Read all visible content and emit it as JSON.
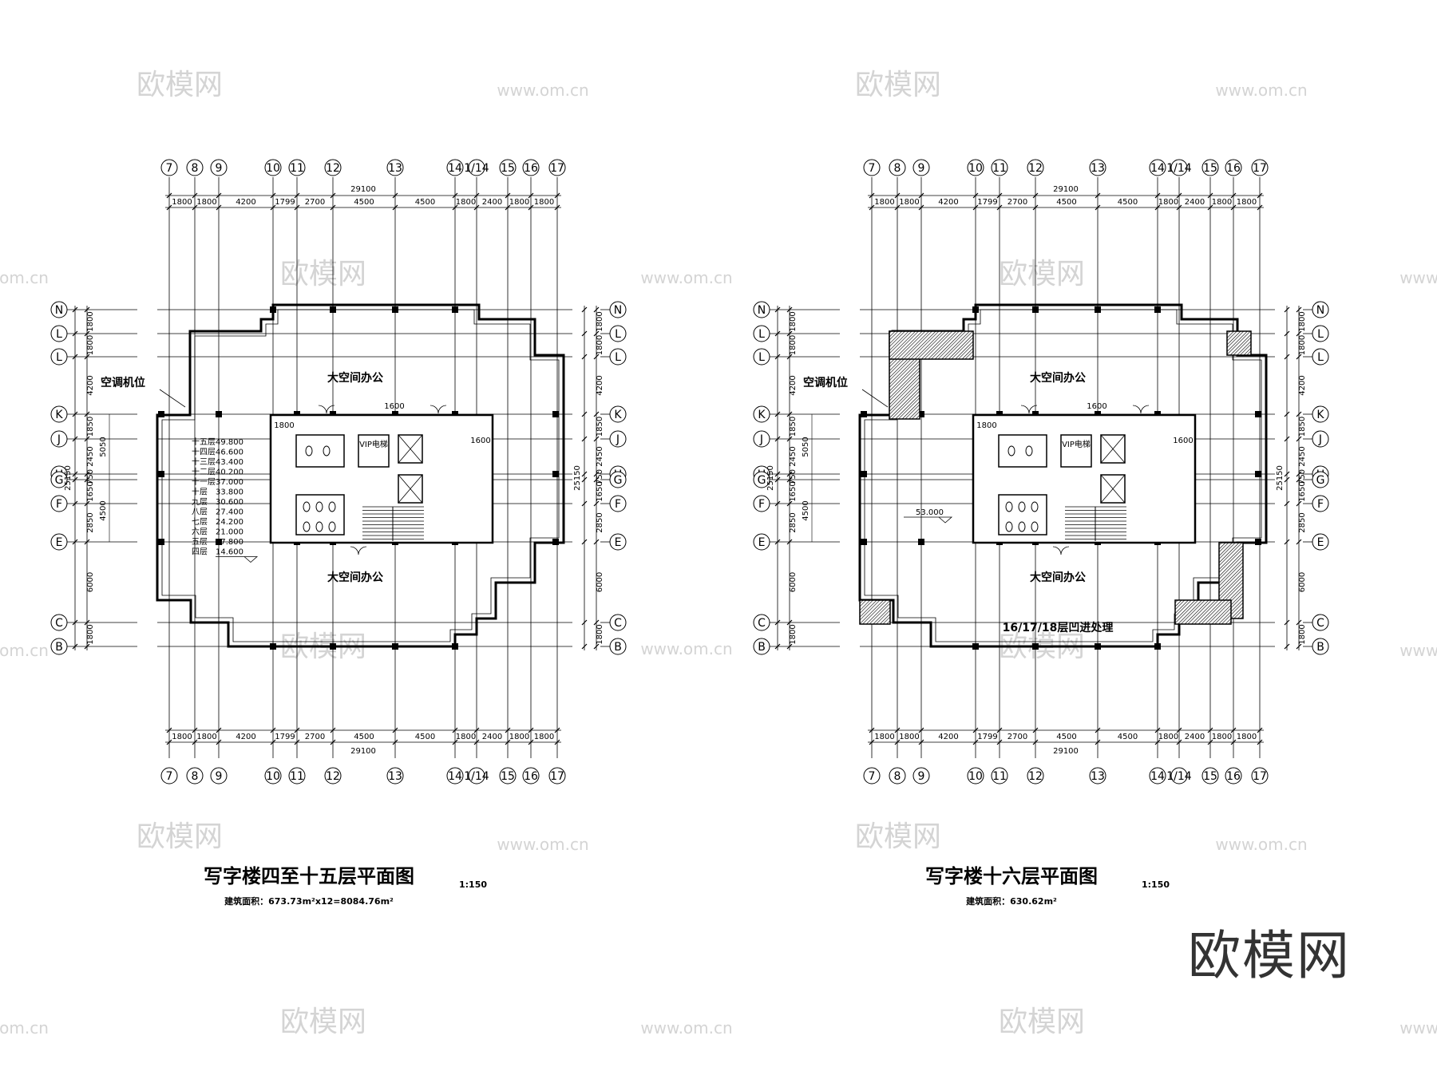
{
  "watermark": {
    "logo": "欧模网",
    "url": "www.om.cn",
    "url_short": "om.cn"
  },
  "logo": "欧模网",
  "plans": [
    {
      "id": "plan-a",
      "title": "写字楼四至十五层平面图",
      "scale": "1:150",
      "area_label": "建筑面积：673.73m²x12=8084.76m²",
      "room_top": "大空间办公",
      "room_bottom": "大空间办公",
      "ac_label": "空调机位",
      "elevator_label": "VIP电梯",
      "level_labels": [
        "十五层",
        "十四层",
        "十三层",
        "十二层",
        "十一层",
        "十层",
        "九层",
        "八层",
        "七层",
        "六层",
        "五层",
        "四层"
      ],
      "level_values": [
        "49.800",
        "46.600",
        "43.400",
        "40.200",
        "37.000",
        "33.800",
        "30.600",
        "27.400",
        "24.200",
        "21.000",
        "17.800",
        "14.600"
      ],
      "level_mark": "",
      "recess_label": ""
    },
    {
      "id": "plan-b",
      "title": "写字楼十六层平面图",
      "scale": "1:150",
      "area_label": "建筑面积：630.62m²",
      "room_top": "大空间办公",
      "room_bottom": "大空间办公",
      "ac_label": "空调机位",
      "elevator_label": "VIP电梯",
      "level_labels": [],
      "level_values": [],
      "level_mark": "53.000",
      "recess_label": "16/17/18层凹进处理"
    }
  ],
  "grid": {
    "col_labels": [
      "7",
      "8",
      "9",
      "10",
      "11",
      "12",
      "13",
      "14",
      "1/14",
      "15",
      "16",
      "17"
    ],
    "col_dims": [
      "1800",
      "1800",
      "4200",
      "1799",
      "2700",
      "4500",
      "4500",
      "1800",
      "2400",
      "1800",
      "1800"
    ],
    "col_total": "29100",
    "row_labels": [
      "N",
      "L",
      "L",
      "K",
      "J",
      "H",
      "G",
      "F",
      "E",
      "C",
      "B"
    ],
    "row_dims_left": [
      "1800",
      "1800",
      "4200",
      "1850",
      "2450",
      "750",
      "1650",
      "2850",
      "6000",
      "1800"
    ],
    "row_total": "25150",
    "row_dims_inner_a": "5050",
    "row_dims_inner_b": "4500",
    "core_dim_1600": "1600",
    "core_dim_1800": "1800"
  }
}
